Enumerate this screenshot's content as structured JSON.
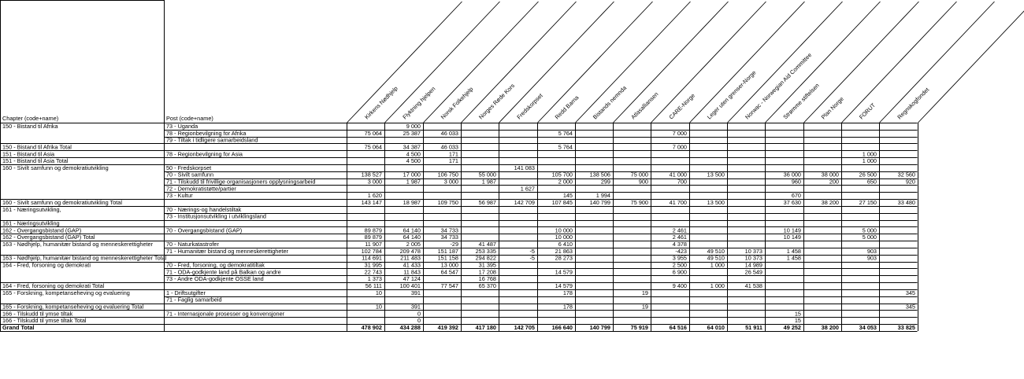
{
  "headers": {
    "chapter": "Chapter (code+name)",
    "post": "Post (code+name)",
    "organisations": [
      "Kirkens Nødhjelp",
      "Flyktning hjelpen",
      "Norsk Folkehjelp",
      "Norges Røde Kors",
      "Fredskorpset",
      "Redd Barna",
      "Bistands nemnda",
      "Atlasalliansen",
      "CARE-Norge",
      "Leger uten grenser-Norge",
      "Norwac - Norwegian Aid Committee",
      "Strømme stiftelsen",
      "Plan Norge",
      "FORUT",
      "Regnskogfondet"
    ]
  },
  "rows": [
    {
      "chapter": "150 - Bistand til Afrika",
      "post": "73 - Uganda",
      "values": [
        "",
        "9 000",
        "",
        "",
        "",
        "",
        "",
        "",
        "",
        "",
        "",
        "",
        "",
        "",
        ""
      ]
    },
    {
      "chapter": "",
      "post": "78 - Regionbevilgning for Afrika",
      "values": [
        "75 064",
        "25 387",
        "46 033",
        "",
        "",
        "5 764",
        "",
        "",
        "7 000",
        "",
        "",
        "",
        "",
        "",
        ""
      ]
    },
    {
      "chapter": "",
      "post": "79 - Tiltak i tidligere samarbeidsland",
      "values": [
        "",
        "",
        "",
        "",
        "",
        "",
        "",
        "",
        "",
        "",
        "",
        "",
        "",
        "",
        ""
      ]
    },
    {
      "chapter": "150 - Bistand til Afrika        Total",
      "post": "",
      "total": true,
      "values": [
        "75 064",
        "34 387",
        "46 033",
        "",
        "",
        "5 764",
        "",
        "",
        "7 000",
        "",
        "",
        "",
        "",
        "",
        ""
      ]
    },
    {
      "chapter": "151 - Bistand til Asia",
      "post": "78 - Regionbevilgning for Asia",
      "values": [
        "",
        "4 500",
        "171",
        "",
        "",
        "",
        "",
        "",
        "",
        "",
        "",
        "",
        "",
        "1 000",
        ""
      ]
    },
    {
      "chapter": "151 - Bistand til Asia          Total",
      "post": "",
      "total": true,
      "values": [
        "",
        "4 500",
        "171",
        "",
        "",
        "",
        "",
        "",
        "",
        "",
        "",
        "",
        "",
        "1 000",
        ""
      ]
    },
    {
      "chapter": "160 - Sivilt samfunn og demokratiutvikling",
      "post": "50 - Fredskorpset",
      "values": [
        "",
        "",
        "",
        "",
        "141 083",
        "",
        "",
        "",
        "",
        "",
        "",
        "",
        "",
        "",
        ""
      ]
    },
    {
      "chapter": "",
      "post": "70 - Sivilt samfunn",
      "values": [
        "138 527",
        "17 000",
        "106 750",
        "55 000",
        "",
        "105 700",
        "138 506",
        "75 000",
        "41 000",
        "13 500",
        "",
        "36 000",
        "38 000",
        "26 500",
        "32 560"
      ]
    },
    {
      "chapter": "",
      "post": "71 - Tilskudd til frivillige organisasjoners opplysningsarbeid",
      "values": [
        "3 000",
        "1 987",
        "3 000",
        "1 987",
        "",
        "2 000",
        "299",
        "900",
        "700",
        "",
        "",
        "960",
        "200",
        "650",
        "920"
      ]
    },
    {
      "chapter": "",
      "post": "72 - Demokratistøtte/partier",
      "values": [
        "",
        "",
        "",
        "",
        "1 627",
        "",
        "",
        "",
        "",
        "",
        "",
        "",
        "",
        "",
        ""
      ]
    },
    {
      "chapter": "",
      "post": "73 - Kultur",
      "values": [
        "1 620",
        "",
        "",
        "",
        "",
        "145",
        "1 994",
        "",
        "",
        "",
        "",
        "670",
        "",
        "",
        ""
      ]
    },
    {
      "chapter": "160 - Sivilt samfunn og demokratiutvikling Total",
      "post": "",
      "total": true,
      "values": [
        "143 147",
        "18 987",
        "109 750",
        "56 987",
        "142 709",
        "107 845",
        "140 799",
        "75 900",
        "41 700",
        "13 500",
        "",
        "37 630",
        "38 200",
        "27 150",
        "33 480"
      ]
    },
    {
      "chapter": "161 - Næringsutvikling,",
      "post": "70 - Nærings-og handelstiltak",
      "values": [
        "",
        "",
        "",
        "",
        "",
        "",
        "",
        "",
        "",
        "",
        "",
        "",
        "",
        "",
        ""
      ]
    },
    {
      "chapter": "",
      "post": "73 - Institusjonsutvikling i utviklingsland",
      "values": [
        "",
        "",
        "",
        "",
        "",
        "",
        "",
        "",
        "",
        "",
        "",
        "",
        "",
        "",
        ""
      ]
    },
    {
      "chapter": "161 - Næringsutvikling",
      "post": "",
      "values": [
        "",
        "",
        "",
        "",
        "",
        "",
        "",
        "",
        "",
        "",
        "",
        "",
        "",
        "",
        ""
      ]
    },
    {
      "chapter": "162 - Overgangsbistand (GAP)",
      "post": "70 - Overgangsbistand (GAP)",
      "values": [
        "89 879",
        "64 140",
        "34 733",
        "",
        "",
        "10 000",
        "",
        "",
        "2 461",
        "",
        "",
        "10 149",
        "",
        "5 000",
        ""
      ]
    },
    {
      "chapter": "162 - Overgangsbistand (GAP)        Total",
      "post": "",
      "total": true,
      "values": [
        "89 879",
        "64 140",
        "34 733",
        "",
        "",
        "10 000",
        "",
        "",
        "2 461",
        "",
        "",
        "10 149",
        "",
        "5 000",
        ""
      ]
    },
    {
      "chapter": "163 - Nødhjelp, humanitær bistand og menneskerettigheter",
      "post": "70 - Naturkatastrofer",
      "values": [
        "11 907",
        "2 005",
        "-29",
        "41 487",
        "",
        "6 410",
        "",
        "",
        "4 378",
        "",
        "",
        "",
        "",
        "",
        ""
      ]
    },
    {
      "chapter": "",
      "post": "71 - Humanitær bistand og menneskerettigheter",
      "values": [
        "102 784",
        "209 478",
        "151 187",
        "253 335",
        "-5",
        "21 863",
        "",
        "",
        "-423",
        "49 510",
        "10 373",
        "1 458",
        "",
        "903",
        ""
      ]
    },
    {
      "chapter": "163 - Nødhjelp, humanitær bistand og menneskerettigheter        Total",
      "post": "",
      "total": true,
      "values": [
        "114 691",
        "211 483",
        "151 158",
        "294 822",
        "-5",
        "28 273",
        "",
        "",
        "3 955",
        "49 510",
        "10 373",
        "1 458",
        "",
        "903",
        ""
      ]
    },
    {
      "chapter": "164 - Fred, forsoning og demokrati",
      "post": "70 - Fred, forsoning, og demokratitiltak",
      "values": [
        "31 995",
        "41 433",
        "13 000",
        "31 395",
        "",
        "",
        "",
        "",
        "2 500",
        "1 000",
        "14 989",
        "",
        "",
        "",
        ""
      ]
    },
    {
      "chapter": "",
      "post": "71 - ODA-godkjente land på Balkan og andre",
      "values": [
        "22 743",
        "11 843",
        "64 547",
        "17 208",
        "",
        "14 579",
        "",
        "",
        "6 900",
        "",
        "26 549",
        "",
        "",
        "",
        ""
      ]
    },
    {
      "chapter": "",
      "post": "73 - Andre ODA-godkjente OSSE land",
      "values": [
        "1 373",
        "47 124",
        "",
        "16 768",
        "",
        "",
        "",
        "",
        "",
        "",
        "",
        "",
        "",
        "",
        ""
      ]
    },
    {
      "chapter": "164 - Fred, forsoning og demokrati      Total",
      "post": "",
      "total": true,
      "values": [
        "56 111",
        "100 401",
        "77 547",
        "65 370",
        "",
        "14 579",
        "",
        "",
        "9 400",
        "1 000",
        "41 538",
        "",
        "",
        "",
        ""
      ]
    },
    {
      "chapter": "165 - Forskning, kompetanseheving og evaluering",
      "post": "1 - Driftsutgifter",
      "values": [
        "10",
        "391",
        "",
        "",
        "",
        "178",
        "",
        "19",
        "",
        "",
        "",
        "",
        "",
        "",
        "345"
      ]
    },
    {
      "chapter": "",
      "post": "71 - Faglig samarbeid",
      "values": [
        "",
        "",
        "",
        "",
        "",
        "",
        "",
        "",
        "",
        "",
        "",
        "",
        "",
        "",
        ""
      ]
    },
    {
      "chapter": "165 - Forskning, kompetanseheving og evaluering Total",
      "post": "",
      "total": true,
      "values": [
        "10",
        "391",
        "",
        "",
        "",
        "178",
        "",
        "19",
        "",
        "",
        "",
        "",
        "",
        "",
        "345"
      ]
    },
    {
      "chapter": "166 - Tilskudd til ymse tiltak",
      "post": "71 - Internasjonale prosesser og konvensjoner",
      "values": [
        "",
        "0",
        "",
        "",
        "",
        "",
        "",
        "",
        "",
        "",
        "",
        "15",
        "",
        "",
        ""
      ]
    },
    {
      "chapter": "166 - Tilskudd til ymse tiltak      Total",
      "post": "",
      "total": true,
      "values": [
        "",
        "0",
        "",
        "",
        "",
        "",
        "",
        "",
        "",
        "",
        "",
        "15",
        "",
        "",
        ""
      ]
    },
    {
      "chapter": "Grand Total",
      "post": "",
      "grand": true,
      "values": [
        "478 902",
        "434 288",
        "419 392",
        "417 180",
        "142 705",
        "166 640",
        "140 799",
        "75 919",
        "64 516",
        "64 010",
        "51 911",
        "49 252",
        "38 200",
        "34 053",
        "33 825"
      ]
    }
  ]
}
